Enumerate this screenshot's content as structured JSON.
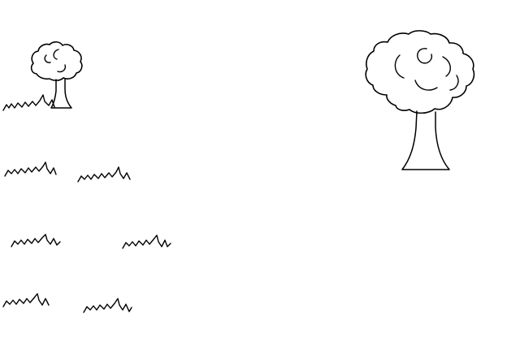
{
  "scene": {
    "background": "#ffffff",
    "line_color": "#000000",
    "objects": [
      {
        "type": "tree",
        "size": "small"
      },
      {
        "type": "tree",
        "size": "large"
      },
      {
        "type": "grass-tuft"
      },
      {
        "type": "grass-tuft"
      },
      {
        "type": "grass-tuft"
      },
      {
        "type": "grass-tuft"
      },
      {
        "type": "grass-tuft"
      },
      {
        "type": "grass-tuft"
      },
      {
        "type": "grass-tuft"
      }
    ]
  }
}
